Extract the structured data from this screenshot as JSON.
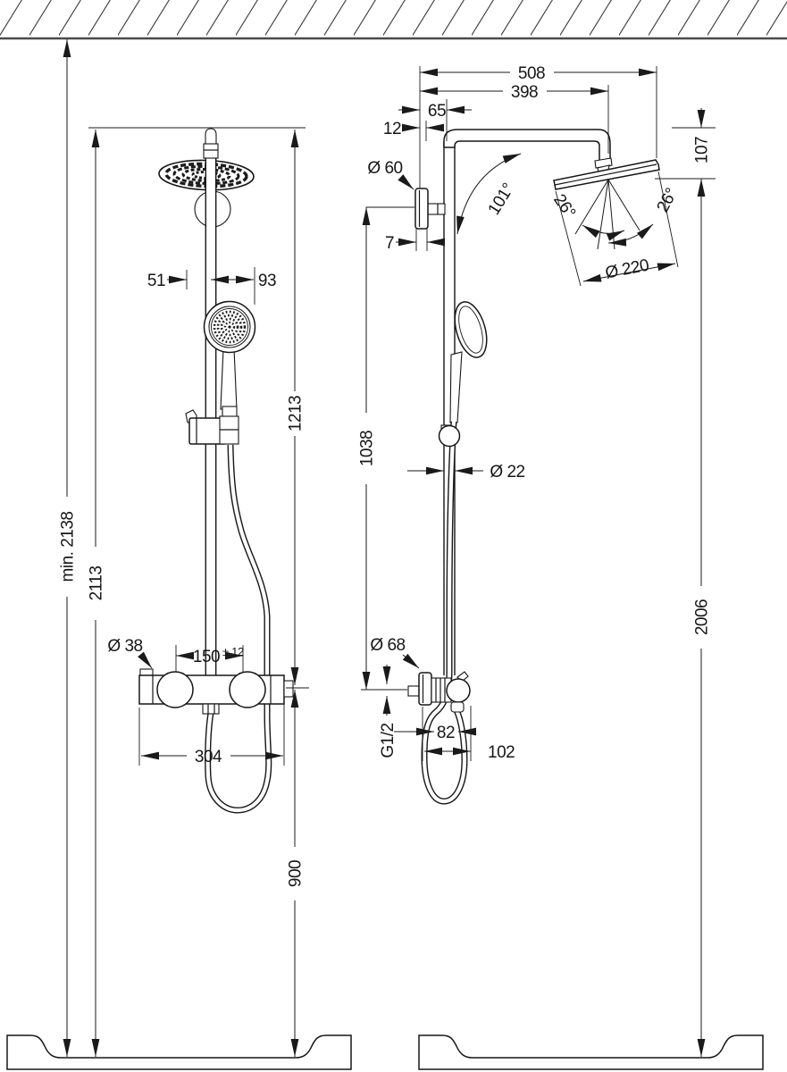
{
  "front": {
    "min_total_height": "min. 2138",
    "overall_height": "2113",
    "bar_top_height": "1213",
    "handset_offset_left": "51",
    "handset_offset_right": "93",
    "valve_diameter": "Ø 38",
    "connection_centers": "150",
    "connection_tolerance": "± 12",
    "valve_width": "304",
    "valve_height": "900"
  },
  "side": {
    "reach_overall": "508",
    "reach_to_head": "398",
    "wall_to_pipe_center": "65",
    "wall_clearance": "12",
    "head_drop": "107",
    "bracket_diameter": "Ø 60",
    "bracket_depth": "7",
    "arm_angle": "101°",
    "spray_angle_left": "26°",
    "spray_angle_right": "26°",
    "head_diameter": "Ø 220",
    "pipe_length": "1038",
    "pipe_diameter": "Ø 22",
    "escutcheon_diameter": "Ø 68",
    "thread_size": "G1/2",
    "depth_to_holder": "82",
    "depth_overall": "102",
    "head_floor_height": "2006"
  },
  "colors": {
    "ink": "#1a1a1a",
    "background": "#ffffff"
  }
}
